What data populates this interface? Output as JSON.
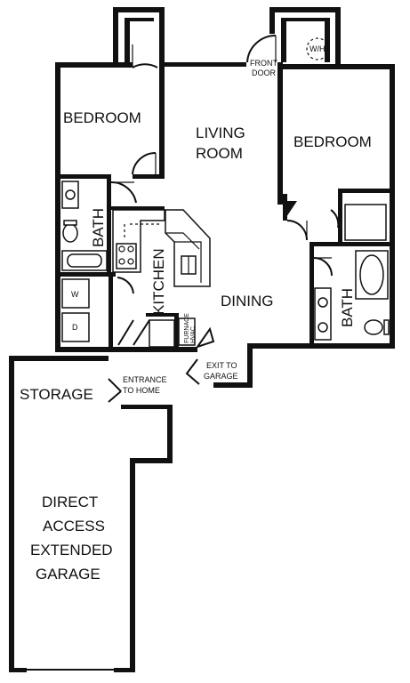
{
  "rooms": {
    "bedroom_left": "BEDROOM",
    "living_line1": "LIVING",
    "living_line2": "ROOM",
    "bedroom_right": "BEDROOM",
    "bath_left": "BATH",
    "kitchen": "KITCHEN",
    "dining": "DINING",
    "bath_right": "BATH",
    "storage": "STORAGE",
    "garage_line1": "DIRECT",
    "garage_line2": "ACCESS",
    "garage_line3": "EXTENDED",
    "garage_line4": "GARAGE"
  },
  "labels": {
    "front_door_line1": "FRONT",
    "front_door_line2": "DOOR",
    "water_heater": "W/H",
    "washer": "W",
    "dryer": "D",
    "furnace_line1": "FURNACE",
    "furnace_line2": "HVAC",
    "entrance_line1": "ENTRANCE",
    "entrance_line2": "TO HOME",
    "exit_line1": "EXIT TO",
    "exit_line2": "GARAGE"
  }
}
